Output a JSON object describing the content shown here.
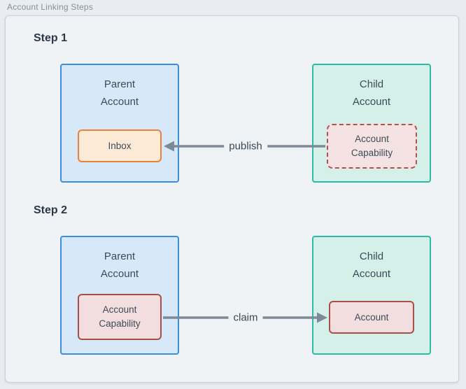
{
  "window": {
    "label": "Account Linking Steps"
  },
  "diagram": {
    "steps": [
      {
        "heading": "Step 1",
        "parent": {
          "title_line1": "Parent",
          "title_line2": "Account",
          "inner_label": "Inbox"
        },
        "child": {
          "title_line1": "Child",
          "title_line2": "Account",
          "inner_label_line1": "Account",
          "inner_label_line2": "Capability",
          "inner_border_style": "dashed"
        },
        "arrow": {
          "label": "publish",
          "direction": "child-to-parent (points left)"
        }
      },
      {
        "heading": "Step 2",
        "parent": {
          "title_line1": "Parent",
          "title_line2": "Account",
          "inner_label_line1": "Account",
          "inner_label_line2": "Capability"
        },
        "child": {
          "title_line1": "Child",
          "title_line2": "Account",
          "inner_label": "Account"
        },
        "arrow": {
          "label": "claim",
          "direction": "parent-to-child (points right)"
        }
      }
    ]
  },
  "colors": {
    "page_background": "#e9edf1",
    "panel_background": "#f0f3f6",
    "panel_border": "#c8d1d9",
    "parent_fill": "#d7e8f8",
    "parent_border": "#3d8ed8",
    "child_fill": "#d4f0e9",
    "child_border": "#2abda4",
    "inbox_fill": "#fcead7",
    "inbox_border": "#e8833f",
    "capability_fill": "#f2dede",
    "capability_border": "#a94e48",
    "capability_dashed_border": "#b5524c",
    "arrow": "#7d8a96",
    "heading_text": "#2b3947",
    "node_text": "#3d4b58",
    "window_label_text": "#85909a"
  }
}
